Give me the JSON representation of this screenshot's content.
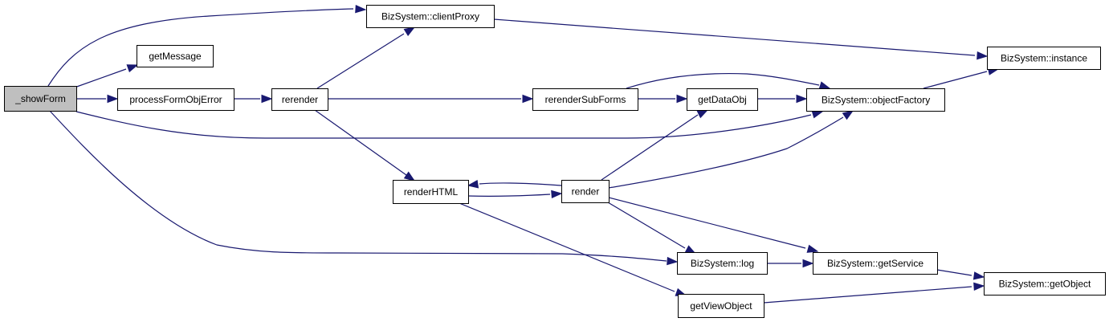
{
  "graph": {
    "nodes": [
      {
        "id": "showForm",
        "label": "_showForm",
        "fill": "#bfbfbf",
        "border": "#000000",
        "current": true
      },
      {
        "id": "getMessage",
        "label": "getMessage",
        "fill": "#ffffff",
        "border": "#000000"
      },
      {
        "id": "processFormObjError",
        "label": "processFormObjError",
        "fill": "#ffffff",
        "border": "#000000"
      },
      {
        "id": "rerender",
        "label": "rerender",
        "fill": "#ffffff",
        "border": "#000000"
      },
      {
        "id": "clientProxy",
        "label": "BizSystem::clientProxy",
        "fill": "#ffffff",
        "border": "#000000"
      },
      {
        "id": "rerenderSubForms",
        "label": "rerenderSubForms",
        "fill": "#ffffff",
        "border": "#000000"
      },
      {
        "id": "getDataObj",
        "label": "getDataObj",
        "fill": "#ffffff",
        "border": "#000000"
      },
      {
        "id": "objectFactory",
        "label": "BizSystem::objectFactory",
        "fill": "#ffffff",
        "border": "#000000"
      },
      {
        "id": "instance",
        "label": "BizSystem::instance",
        "fill": "#ffffff",
        "border": "#000000"
      },
      {
        "id": "renderHTML",
        "label": "renderHTML",
        "fill": "#ffffff",
        "border": "#000000"
      },
      {
        "id": "render",
        "label": "render",
        "fill": "#ffffff",
        "border": "#ff0000"
      },
      {
        "id": "log",
        "label": "BizSystem::log",
        "fill": "#ffffff",
        "border": "#000000"
      },
      {
        "id": "getService",
        "label": "BizSystem::getService",
        "fill": "#ffffff",
        "border": "#000000"
      },
      {
        "id": "getObject",
        "label": "BizSystem::getObject",
        "fill": "#ffffff",
        "border": "#000000"
      },
      {
        "id": "getViewObject",
        "label": "getViewObject",
        "fill": "#ffffff",
        "border": "#000000"
      }
    ],
    "edges": [
      {
        "from": "showForm",
        "to": "clientProxy"
      },
      {
        "from": "showForm",
        "to": "getMessage"
      },
      {
        "from": "showForm",
        "to": "processFormObjError"
      },
      {
        "from": "showForm",
        "to": "objectFactory"
      },
      {
        "from": "showForm",
        "to": "log"
      },
      {
        "from": "processFormObjError",
        "to": "rerender"
      },
      {
        "from": "rerender",
        "to": "clientProxy"
      },
      {
        "from": "rerender",
        "to": "rerenderSubForms"
      },
      {
        "from": "rerender",
        "to": "renderHTML"
      },
      {
        "from": "clientProxy",
        "to": "instance"
      },
      {
        "from": "rerenderSubForms",
        "to": "getDataObj"
      },
      {
        "from": "rerenderSubForms",
        "to": "objectFactory"
      },
      {
        "from": "getDataObj",
        "to": "objectFactory"
      },
      {
        "from": "objectFactory",
        "to": "instance"
      },
      {
        "from": "renderHTML",
        "to": "render"
      },
      {
        "from": "render",
        "to": "renderHTML"
      },
      {
        "from": "render",
        "to": "getDataObj"
      },
      {
        "from": "render",
        "to": "objectFactory"
      },
      {
        "from": "render",
        "to": "log"
      },
      {
        "from": "render",
        "to": "getService"
      },
      {
        "from": "renderHTML",
        "to": "getViewObject"
      },
      {
        "from": "log",
        "to": "getService"
      },
      {
        "from": "getService",
        "to": "getObject"
      },
      {
        "from": "getViewObject",
        "to": "getObject"
      }
    ],
    "edge_color": "#191970"
  }
}
